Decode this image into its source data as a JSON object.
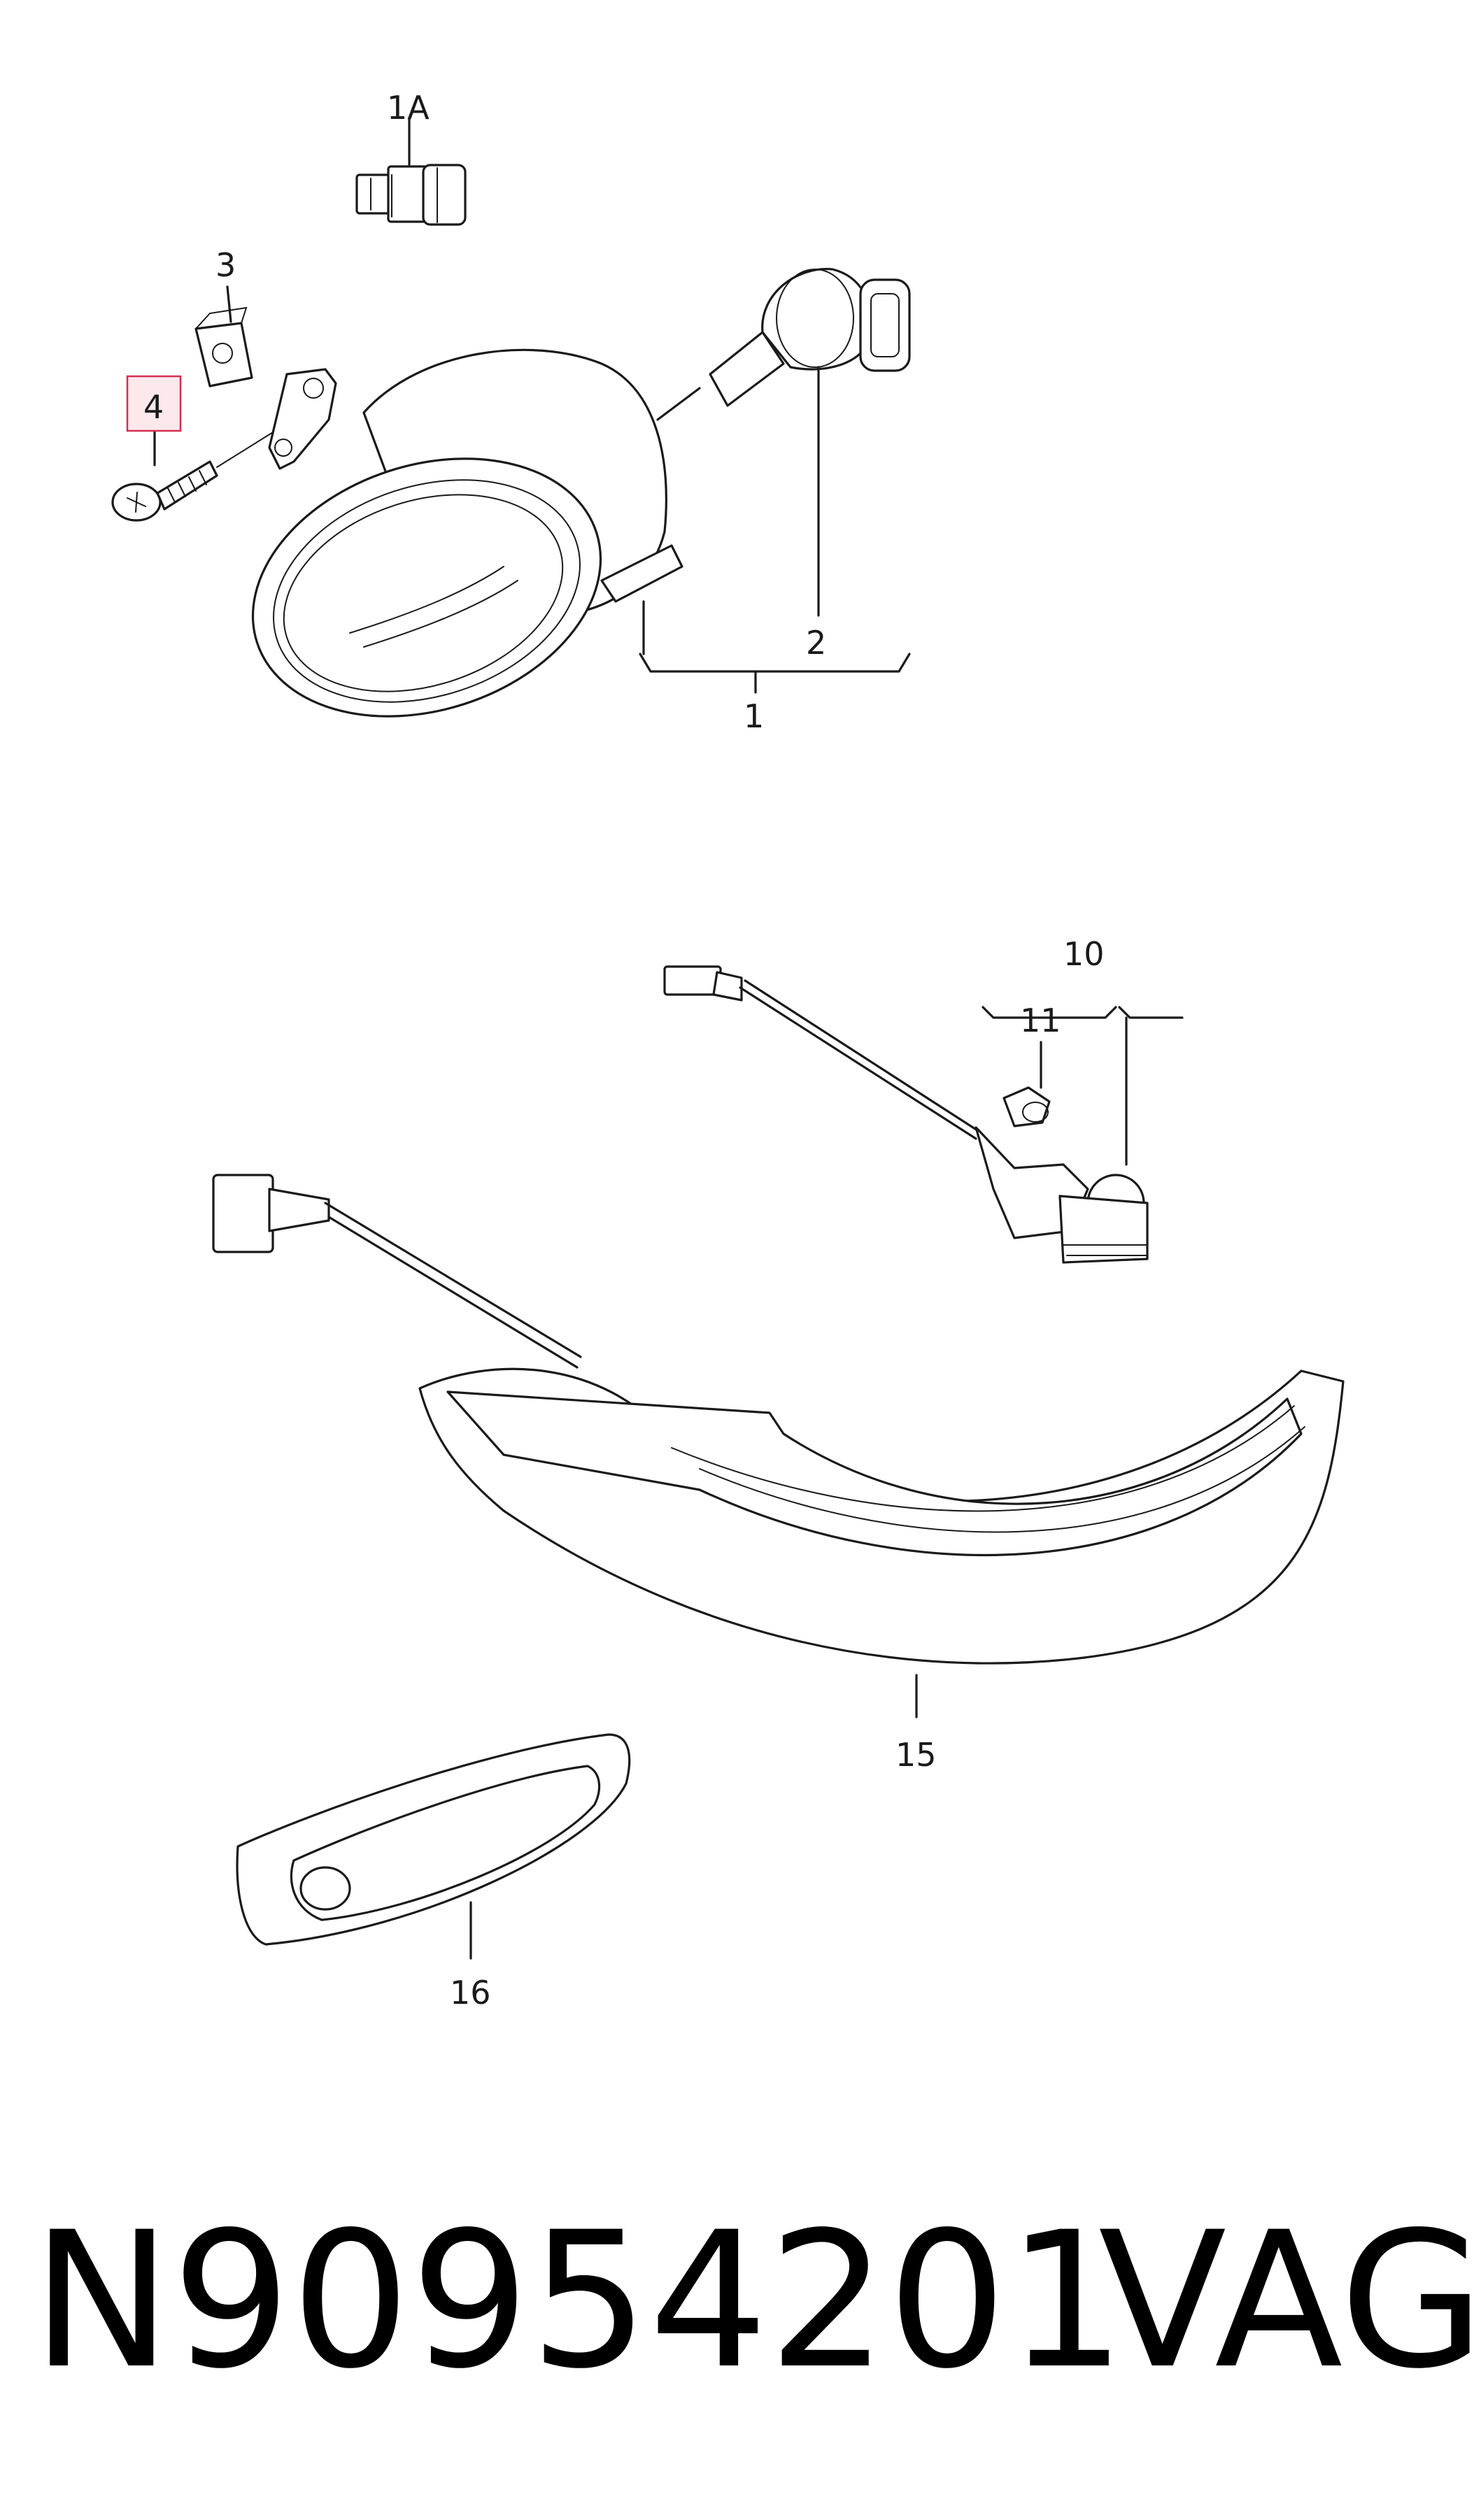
{
  "callouts": {
    "c1a": "1A",
    "c3": "3",
    "c4": "4",
    "c2": "2",
    "c1": "1",
    "c10": "10",
    "c11": "11",
    "c15": "15",
    "c16": "16"
  },
  "highlighted_callout": "4",
  "colors": {
    "line": "#1a1a1a",
    "highlight_fill": "#fde8ec",
    "highlight_stroke": "#d03050"
  },
  "footer": {
    "part_number": "N90954201",
    "brand": "VAG"
  }
}
